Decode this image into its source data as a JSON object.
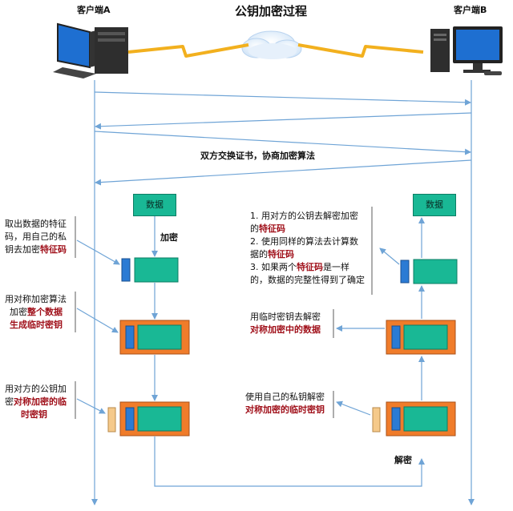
{
  "title": "公钥加密过程",
  "client_a": "客户端A",
  "client_b": "客户端B",
  "handshake_label": "双方交换证书，协商加密算法",
  "data_label": "数据",
  "encrypt_label": "加密",
  "decrypt_label": "解密",
  "left_notes": {
    "step1": [
      "取出数据的特征",
      "码，用自己的私",
      "钥去加密",
      "特征码"
    ],
    "step2": [
      "用对称加密算法",
      "加密",
      "整个数据",
      "生成临时密钥"
    ],
    "step3": [
      "用对方的公钥加",
      "密",
      "对称加密的临",
      "时密钥"
    ]
  },
  "right_notes": {
    "verify": [
      "1. 用对方的公钥去解密加密",
      "的",
      "特征码",
      "2. 使用同样的算法去计算数",
      "据的",
      "特征码",
      "3. 如果两个",
      "特征码",
      "是一样",
      "的，数据的完整性得到了确定"
    ],
    "step2": [
      "用临时密钥去解密",
      "对称加密中的数据"
    ],
    "step3": [
      "使用自己的私钥解密",
      "对称加密的临时密钥"
    ]
  },
  "colors": {
    "teal": "#19b895",
    "blue": "#2b7bd4",
    "orange": "#f07c2a",
    "peach": "#f5c98a",
    "line": "#6fa4d6",
    "bolt": "#f2b01e",
    "red_text": "#a0101a"
  }
}
